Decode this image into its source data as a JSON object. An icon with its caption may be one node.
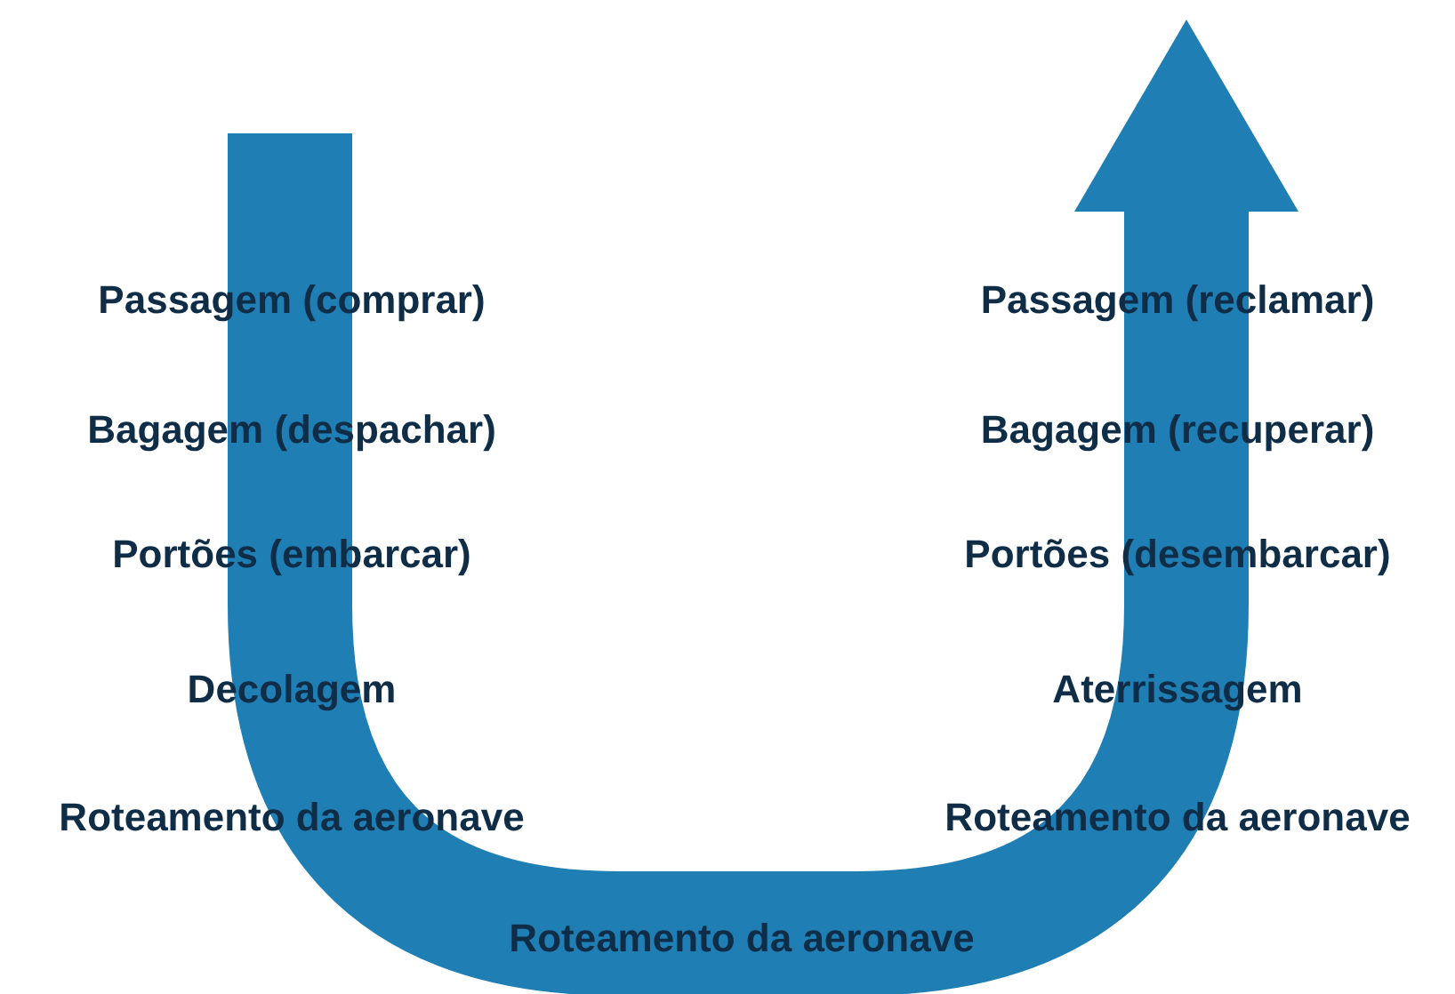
{
  "diagram": {
    "labels": [
      "Passagem (comprar)",
      "Passagem (reclamar)",
      "Bagagem (despachar)",
      "Bagagem (recuperar)",
      "Portões (embarcar)",
      "Portões (desembarcar)",
      "Decolagem",
      "Aterrissagem",
      "Roteamento da aeronave",
      "Roteamento da aeronave",
      "Roteamento da aeronave"
    ]
  }
}
